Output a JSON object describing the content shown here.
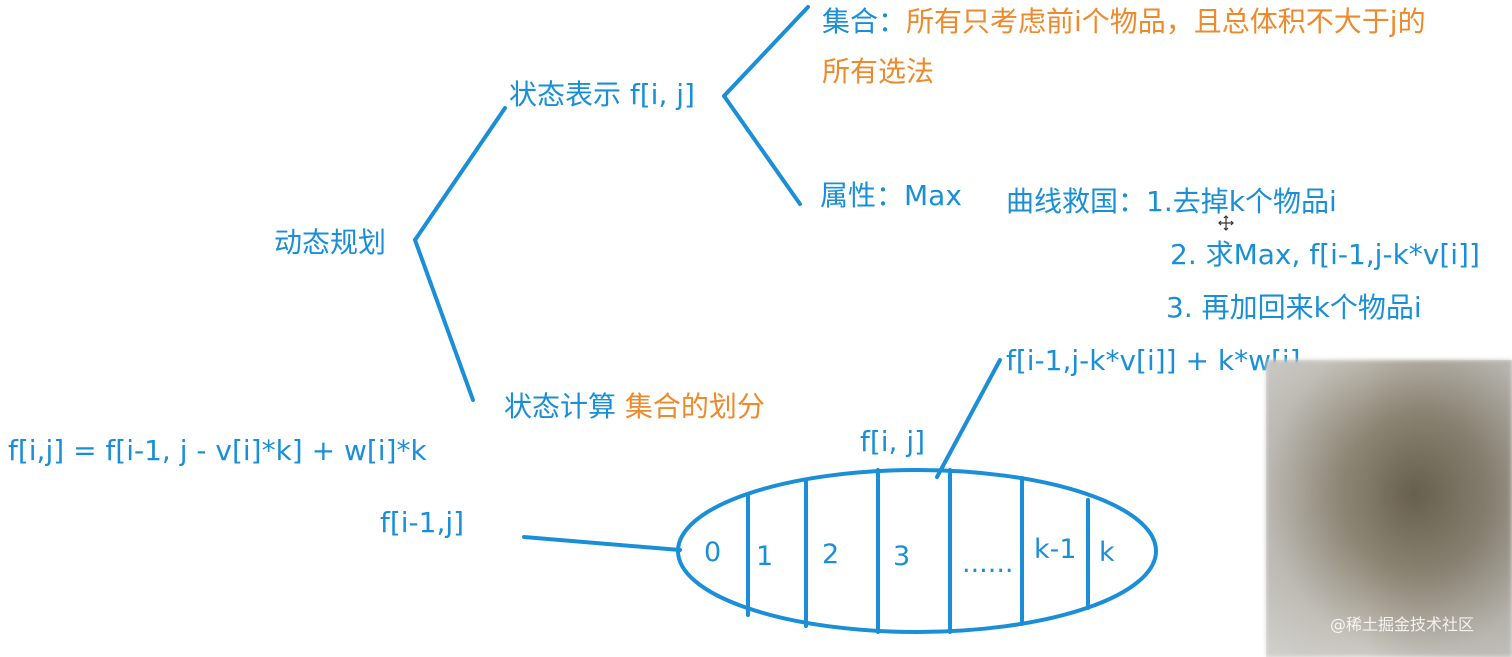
{
  "root": {
    "label": "动态规划"
  },
  "state_repr": {
    "label": "状态表示 f[i, j]"
  },
  "set_node": {
    "key": "集合：",
    "desc_line1": "所有只考虑前i个物品，且总体积不大于j的",
    "desc_line2": "所有选法"
  },
  "attr_node": {
    "label": "属性：Max"
  },
  "curve": {
    "title": "曲线救国：",
    "steps": [
      "1.去掉k个物品i",
      "2. 求Max, f[i-1,j-k*v[i]]",
      "3. 再加回来k个物品i"
    ],
    "result": "f[i-1,j-k*v[i]] + k*w[i]"
  },
  "state_calc": {
    "label": "状态计算",
    "partition": "集合的划分"
  },
  "formula": "f[i,j] = f[i-1, j - v[i]*k] + w[i]*k",
  "fij_label": "f[i, j]",
  "fi1j_label": "f[i-1,j]",
  "cells": [
    "0",
    "1",
    "2",
    "3",
    "......",
    "k-1",
    "k"
  ],
  "watermark": "@稀土掘金技术社区",
  "colors": {
    "blue": "#1a8fd8",
    "orange": "#ee8a2c"
  },
  "icons": {
    "cursor": "move-cursor-icon"
  }
}
